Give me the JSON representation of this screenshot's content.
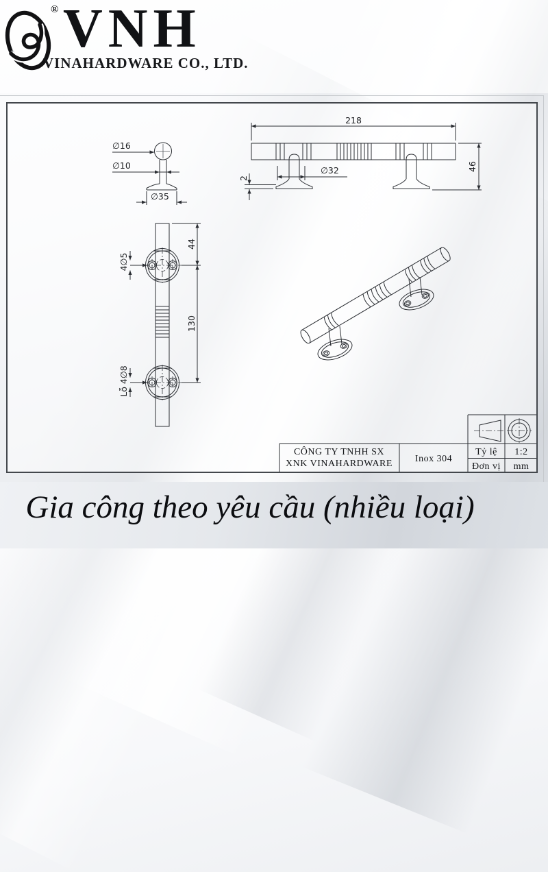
{
  "brand": {
    "name": "VNH",
    "registered": "®",
    "company": "VINAHARDWARE CO., LTD."
  },
  "drawing": {
    "end_view": {
      "dia_ball": "∅16",
      "dia_stem": "∅10",
      "dia_base": "∅35"
    },
    "top_view": {
      "length": "218",
      "height": "46",
      "dia_flange": "∅32",
      "base_thickness": "2"
    },
    "front_view": {
      "offset_top": "44",
      "span": "130",
      "screw_holes": "4∅5",
      "mount_holes": "Lỗ 4∅8"
    }
  },
  "title_block": {
    "company_line1": "CÔNG TY TNHH SX",
    "company_line2": "XNK VINAHARDWARE",
    "material": "Inox 304",
    "scale_label": "Tỷ lệ",
    "scale_value": "1:2",
    "unit_label": "Đơn vị",
    "unit_value": "mm"
  },
  "footer": {
    "slogan": "Gia công theo yêu cầu (nhiều loại)"
  }
}
